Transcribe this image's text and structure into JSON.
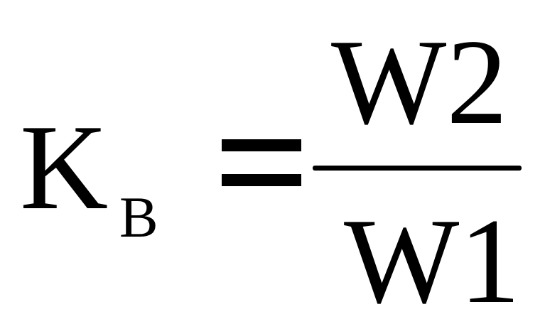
{
  "formula": {
    "lhs_symbol": "K",
    "lhs_subscript": "B",
    "operator": "=",
    "numerator": "W2",
    "denominator": "W1"
  }
}
